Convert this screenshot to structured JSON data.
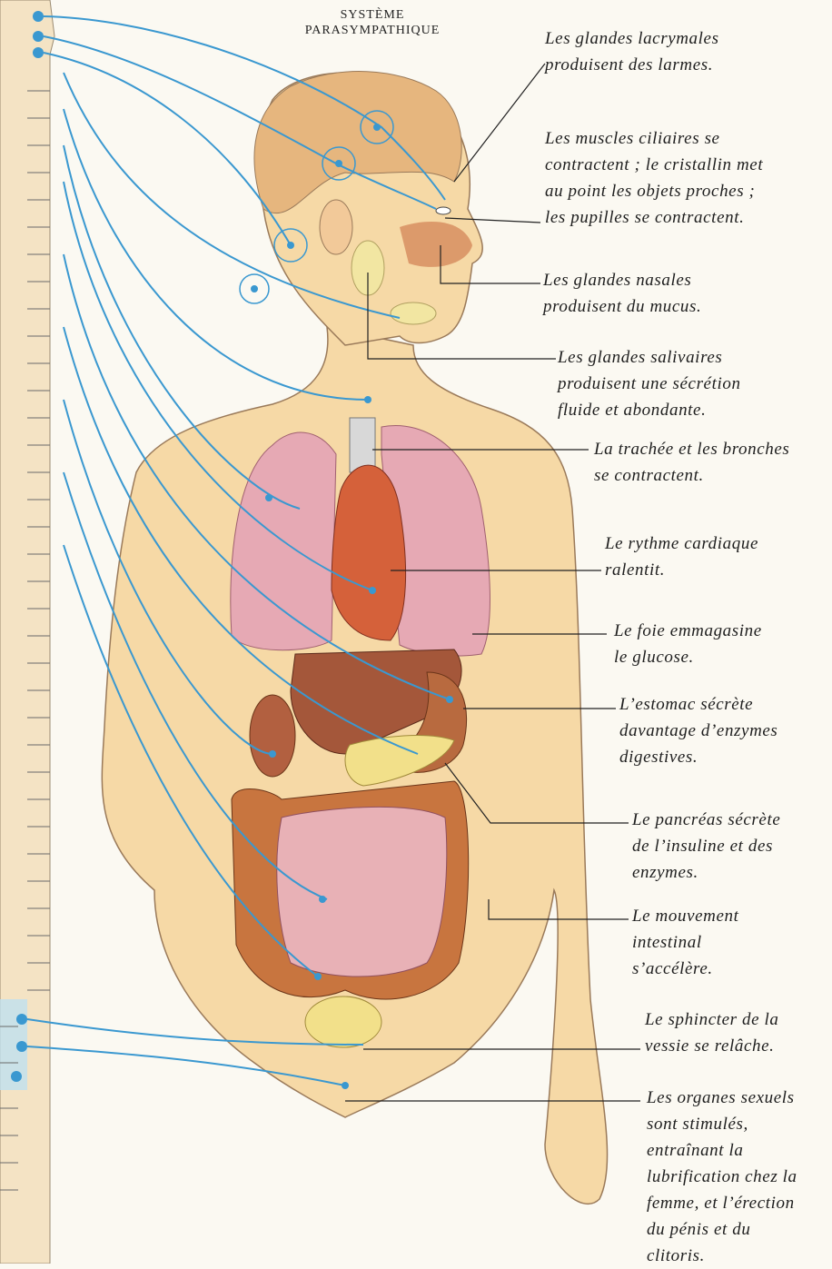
{
  "title": {
    "line1": "SYSTÈME",
    "line2": "PARASYMPATHIQUE"
  },
  "labels": {
    "lacrymales": [
      "Les glandes lacrymales",
      "produisent des larmes."
    ],
    "ciliaires": [
      "Les muscles ciliaires se",
      "contractent ; le cristallin met",
      "au point les objets proches ;",
      "les pupilles se contractent."
    ],
    "nasales": [
      "Les glandes nasales",
      "produisent du mucus."
    ],
    "salivaires": [
      "Les glandes salivaires",
      "produisent une sécrétion",
      "fluide et abondante."
    ],
    "trachee": [
      "La trachée et les bronches",
      "se contractent."
    ],
    "cardiaque": [
      "Le rythme cardiaque",
      "ralentit."
    ],
    "foie": [
      "Le foie emmagasine",
      "le glucose."
    ],
    "estomac": [
      "L’estomac sécrète",
      "davantage d’enzymes",
      "digestives."
    ],
    "pancreas": [
      "Le pancréas sécrète",
      "de l’insuline et des",
      "enzymes."
    ],
    "intestin": [
      "Le mouvement",
      "intestinal",
      "s’accélère."
    ],
    "vessie": [
      "Le sphincter de la",
      "vessie se relâche."
    ],
    "sexuels": [
      "Les organes sexuels",
      "sont stimulés,",
      "entraînant la",
      "lubrification chez la",
      "femme, et l’érection",
      "du pénis et du",
      "clitoris."
    ]
  },
  "colors": {
    "skin": "#f6d9a6",
    "nerve": "#3a98d0",
    "lung": "#e6a9b4",
    "heart": "#d5613a",
    "liver": "#a4573a",
    "intestine": "#c8753f",
    "small_intestine": "#e8b1b6",
    "gland": "#f2e6a2"
  },
  "icons": [
    "spinal-cord",
    "nerve-ganglion",
    "lungs",
    "heart",
    "liver",
    "stomach",
    "kidney",
    "pancreas",
    "intestines",
    "bladder",
    "eye",
    "ear",
    "salivary-gland"
  ]
}
